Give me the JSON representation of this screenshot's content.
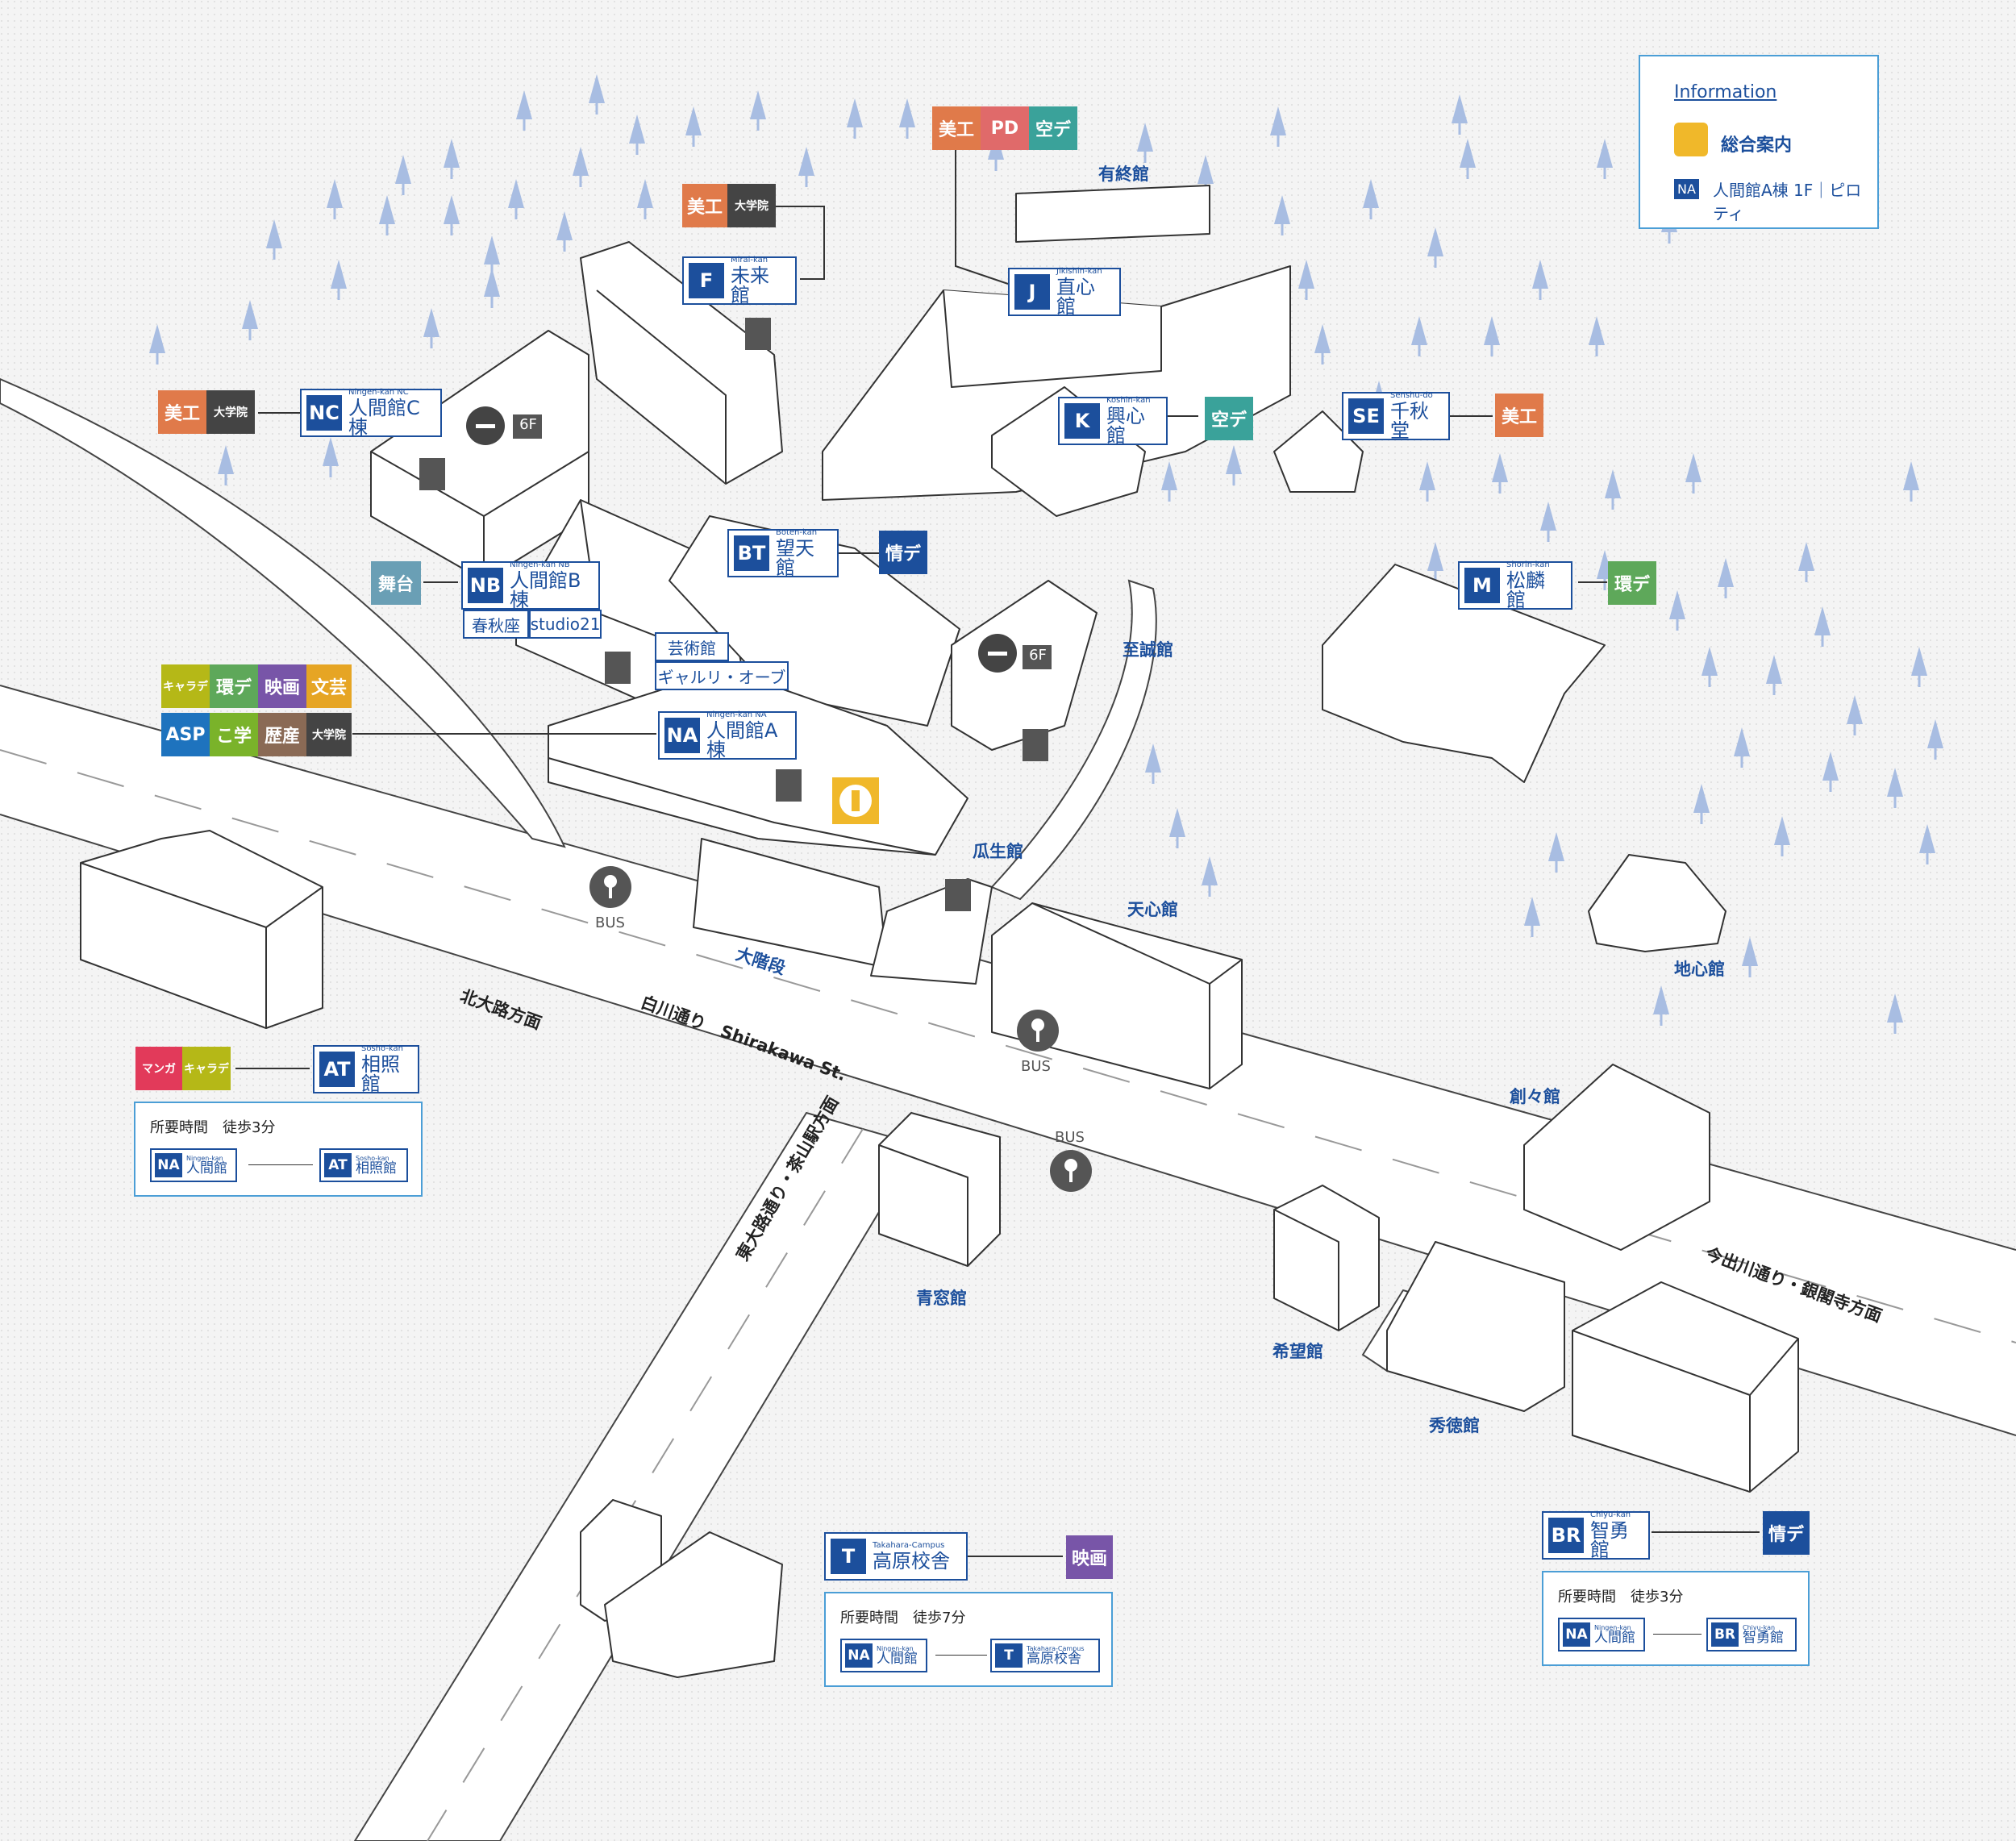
{
  "info": {
    "title": "Information",
    "item1": "総合案内",
    "item2_code": "NA",
    "item2_text": "人間館A棟 1F｜ピロティ"
  },
  "buildings": {
    "F": {
      "code": "F",
      "rom": "Mirai-kan",
      "jp": "未来館"
    },
    "J": {
      "code": "J",
      "rom": "Jikishin-kan",
      "jp": "直心館"
    },
    "NC": {
      "code": "NC",
      "rom": "Ningen-kan NC",
      "jp": "人間館C棟"
    },
    "K": {
      "code": "K",
      "rom": "Koshin-kan",
      "jp": "興心館"
    },
    "SE": {
      "code": "SE",
      "rom": "Senshu-do",
      "jp": "千秋堂"
    },
    "BT": {
      "code": "BT",
      "rom": "Boten-kan",
      "jp": "望天館"
    },
    "NB": {
      "code": "NB",
      "rom": "Ningen-kan NB",
      "jp": "人間館B棟"
    },
    "M": {
      "code": "M",
      "rom": "Shorin-kan",
      "jp": "松麟館"
    },
    "NA": {
      "code": "NA",
      "rom": "Ningen-kan NA",
      "jp": "人間館A棟"
    },
    "AT": {
      "code": "AT",
      "rom": "Sosho-kan",
      "jp": "相照館"
    },
    "T": {
      "code": "T",
      "rom": "Takahara-Campus",
      "jp": "高原校舎"
    },
    "BR": {
      "code": "BR",
      "rom": "Chiyu-kan",
      "jp": "智勇館"
    }
  },
  "chips": {
    "bikou": "美工",
    "pd": "PD",
    "kude": "空デ",
    "daigakuin": "大学院",
    "butai": "舞台",
    "joude": "情デ",
    "kande": "環デ",
    "charade": "キャラデ",
    "eiga": "映画",
    "bungei": "文芸",
    "asp": "ASP",
    "kogaku": "こ学",
    "rekisan": "歴産",
    "manga": "マンガ"
  },
  "colors": {
    "bikou": "#e07a4a",
    "pd": "#e06a6a",
    "kude": "#3aa29a",
    "daigakuin": "#444444",
    "butai": "#6a9fb5",
    "joude": "#1c4f9c",
    "kande": "#5ea85a",
    "charade": "#b5b817",
    "eiga": "#7855a8",
    "bungei": "#e6a524",
    "asp": "#1e73be",
    "kogaku": "#7ab32a",
    "rekisan": "#8a6a55",
    "manga": "#e23a5a",
    "navy": "#1c4f9c",
    "yellow": "#f0b82a",
    "tree": "#a8bde2"
  },
  "subs": {
    "shunjuza": "春秋座",
    "studio21": "studio21",
    "geijutsukan": "芸術館",
    "gallery": "ギャルリ・オーブ"
  },
  "names": {
    "yushukan": "有終館",
    "shiseikan": "至誠館",
    "urikan": "瓜生館",
    "tenshinkan": "天心館",
    "daikaidan": "大階段",
    "chishinkan": "地心館",
    "sousoukan": "創々館",
    "seisoukan": "青窓館",
    "kiboukan": "希望館",
    "shutokukan": "秀徳館"
  },
  "roads": {
    "shirakawa": "白川通り　Shirakawa St.",
    "kitaoji": "北大路方面",
    "higashioji": "東大路通り・茶山駅方面",
    "imadegawa": "今出川通り・銀閣寺方面"
  },
  "bus": "BUS",
  "floor": "6F",
  "travel": {
    "title": "所要時間",
    "at": "徒歩3分",
    "t": "徒歩7分",
    "br": "徒歩3分",
    "na_rom": "Ningen-kan",
    "na_jp": "人間館"
  }
}
